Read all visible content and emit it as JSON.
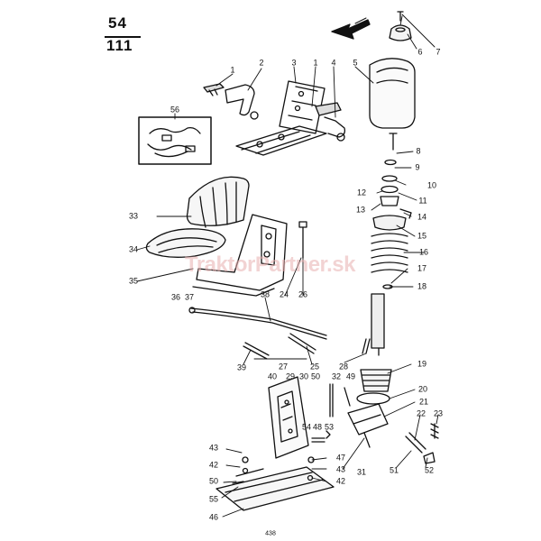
{
  "header": {
    "number": "54",
    "subnumber": "111"
  },
  "watermark": "TraktorPartner.sk",
  "page_number": "438",
  "callouts": [
    "1",
    "2",
    "3",
    "1",
    "4",
    "5",
    "6",
    "7",
    "56",
    "8",
    "9",
    "10",
    "11",
    "12",
    "13",
    "14",
    "33",
    "15",
    "16",
    "34",
    "17",
    "18",
    "35",
    "36",
    "37",
    "38",
    "24",
    "26",
    "39",
    "27",
    "25",
    "28",
    "19",
    "40",
    "29",
    "30",
    "50",
    "32",
    "49",
    "20",
    "21",
    "22",
    "23",
    "54",
    "48",
    "53",
    "43",
    "47",
    "42",
    "43",
    "50",
    "31",
    "51",
    "52",
    "55",
    "42",
    "46"
  ],
  "colors": {
    "ink": "#111111",
    "watermark": "#e8b0b0"
  }
}
